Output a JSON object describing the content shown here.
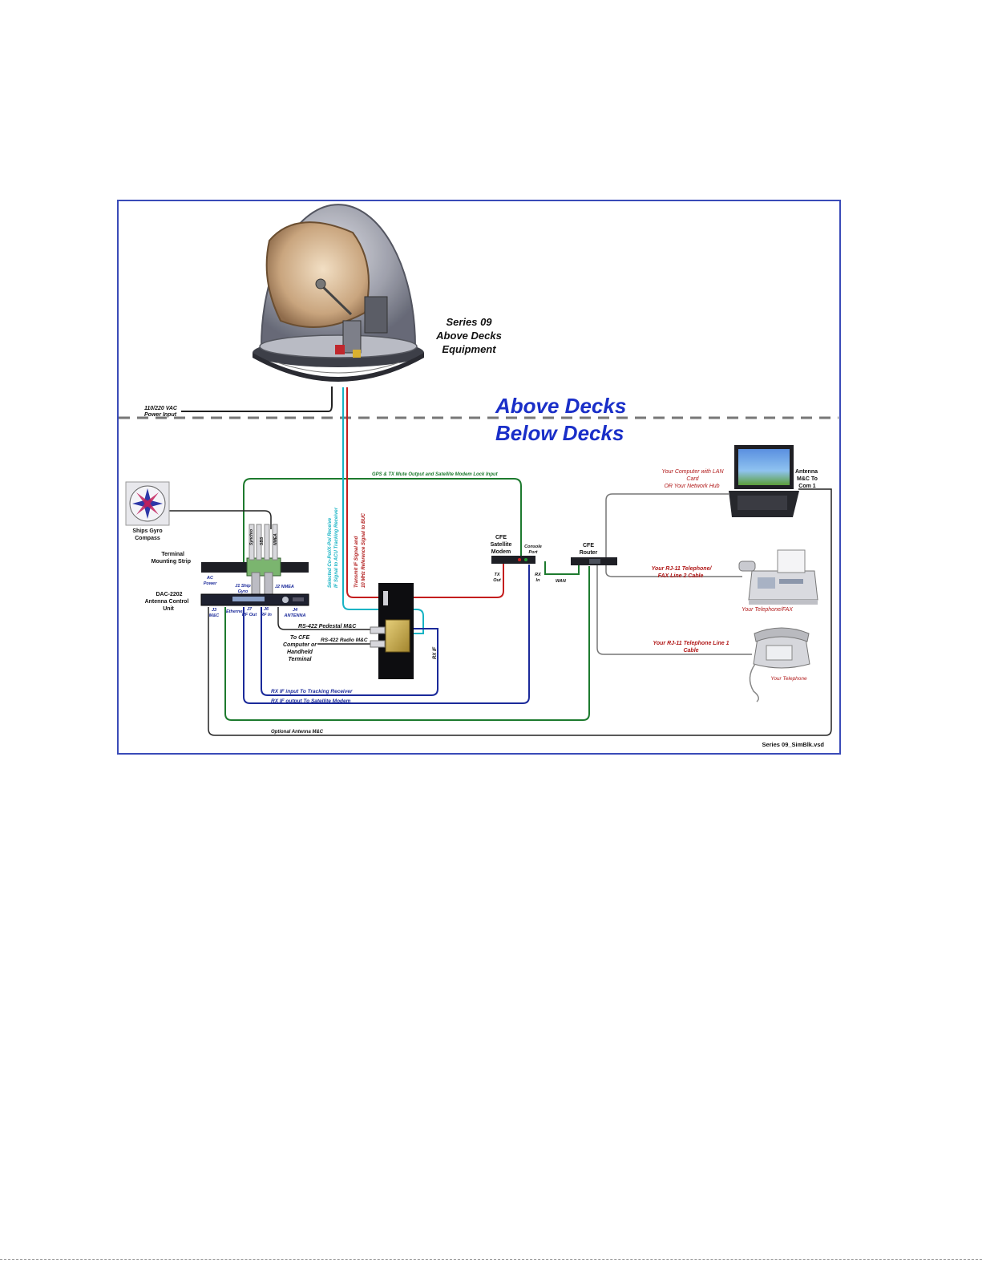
{
  "labels": {
    "series_title": [
      "Series 09",
      "Above Decks",
      "Equipment"
    ],
    "power_input": [
      "110/220 VAC",
      "Power Input"
    ],
    "above_decks": "Above Decks",
    "below_decks": "Below Decks",
    "gps_line": "GPS & TX Mute Output and Satellite Modem Lock Input",
    "cyan_line": [
      "Selected Co-Pol/X-Pol Receive",
      "IF Signal to ACU Tracking Receiver"
    ],
    "red_line": [
      "Transmit IF Signal and",
      "10 MHz Reference Signal to BUC"
    ],
    "gyro": [
      "Ships Gyro",
      "Compass"
    ],
    "terminal_strip": [
      "Terminal",
      "Mounting Strip"
    ],
    "strip_ports": [
      "Synchro",
      "SBS",
      "NMEA"
    ],
    "dac": [
      "DAC-2202",
      "Antenna Control",
      "Unit"
    ],
    "ac_power": [
      "AC",
      "Power"
    ],
    "j1_gyro": [
      "J1 Ship",
      "Gyro"
    ],
    "j2_nmea": "J2 NMEA",
    "j3_mc": [
      "J3",
      "M&C"
    ],
    "ethernet": "Ethernet",
    "rf_out": [
      "J7",
      "RF Out"
    ],
    "rf_in": [
      "J6",
      "RF In"
    ],
    "j4_antenna": [
      "J4",
      "ANTENNA"
    ],
    "rs422_pedestal": "RS-422 Pedestal M&C",
    "rs422_radio": "RS-422 Radio M&C",
    "to_cfe": [
      "To CFE",
      "Computer or",
      "Handheld",
      "Terminal"
    ],
    "rx_if": "RX IF",
    "rx_input": "RX IF input To Tracking Receiver",
    "rx_output": "RX IF output To Satellite Modem",
    "optional_mc": "Optional Antenna M&C",
    "modem": [
      "CFE",
      "Satellite",
      "Modem"
    ],
    "console_port": [
      "Console",
      "Port"
    ],
    "tx_out": [
      "TX",
      "Out"
    ],
    "rx_in": [
      "RX",
      "In"
    ],
    "router": [
      "CFE",
      "Router"
    ],
    "wan": "WAN",
    "computer": [
      "Your Computer with LAN",
      "Card",
      "OR Your Network Hub"
    ],
    "antenna_mc": [
      "Antenna",
      "M&C To",
      "Com 1"
    ],
    "fax_line": [
      "Your RJ-11 Telephone/",
      "FAX Line 2 Cable"
    ],
    "your_fax": "Your Telephone/FAX",
    "phone_line": [
      "Your RJ-11 Telephone Line 1",
      "Cable"
    ],
    "your_phone": "Your Telephone",
    "filename": "Series 09_SimBlk.vsd"
  },
  "colors": {
    "frame": "#3a4bb8",
    "green": "#1d7a2e",
    "cyan": "#17b3c4",
    "red": "#c41e1e",
    "blue": "#1b2a9a",
    "black": "#222222",
    "title_blue": "#1a2fc8"
  }
}
